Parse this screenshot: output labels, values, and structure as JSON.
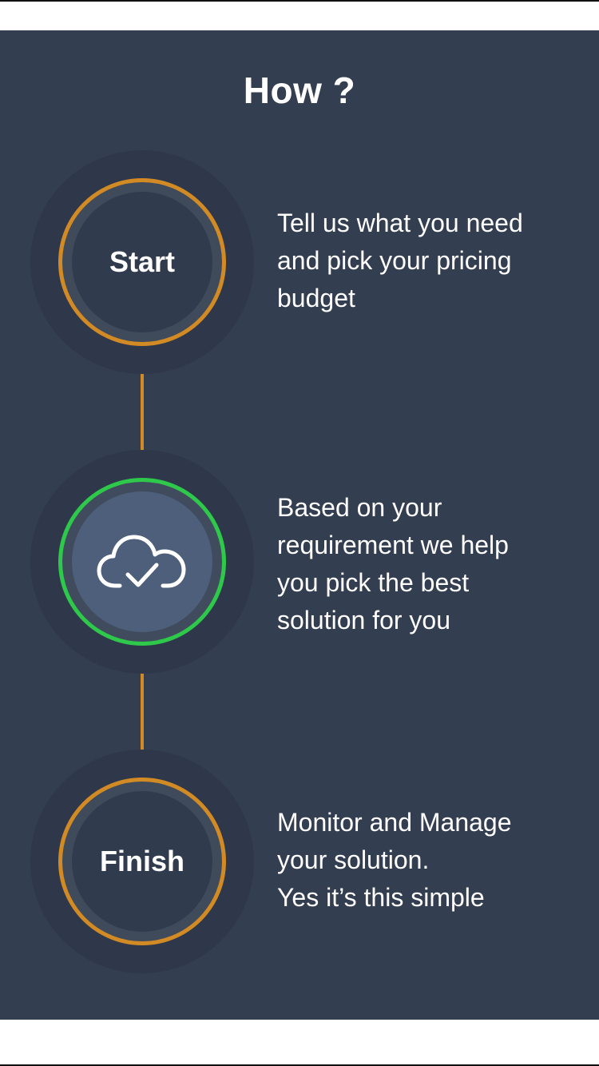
{
  "heading": "How ?",
  "colors": {
    "panel_bg": "#343e51",
    "connector": "#d28a25",
    "ring_default": "#d28a25",
    "ring_active": "#2ec84a",
    "text": "#ffffff"
  },
  "steps": [
    {
      "label": "Start",
      "icon": "",
      "description": "Tell us what you need\nand pick your pricing\nbudget",
      "state": "default"
    },
    {
      "label": "",
      "icon": "cloud-check-icon",
      "description": "Based on your\nrequirement we help\nyou pick the best\nsolution for you",
      "state": "active"
    },
    {
      "label": "Finish",
      "icon": "",
      "description": "Monitor and Manage\nyour solution.\nYes it’s this simple",
      "state": "default"
    }
  ]
}
